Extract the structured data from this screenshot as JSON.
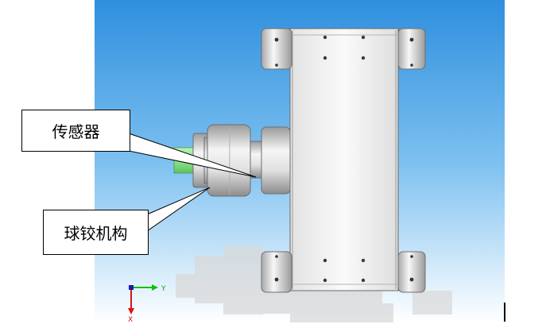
{
  "labels": {
    "sensor": "传感器",
    "ball_joint": "球铰机构"
  },
  "triad": {
    "y_axis": "Y",
    "x_axis": "X"
  },
  "colors": {
    "background_top": "#2f8fde",
    "background_bottom": "#ffffff",
    "frame_light": "#f6f6f6",
    "frame_dark": "#bdbdbd",
    "sensor_green": "#8fe68f",
    "triad_y": "#10c010",
    "triad_x": "#e01010",
    "triad_z": "#1a1ab0"
  }
}
